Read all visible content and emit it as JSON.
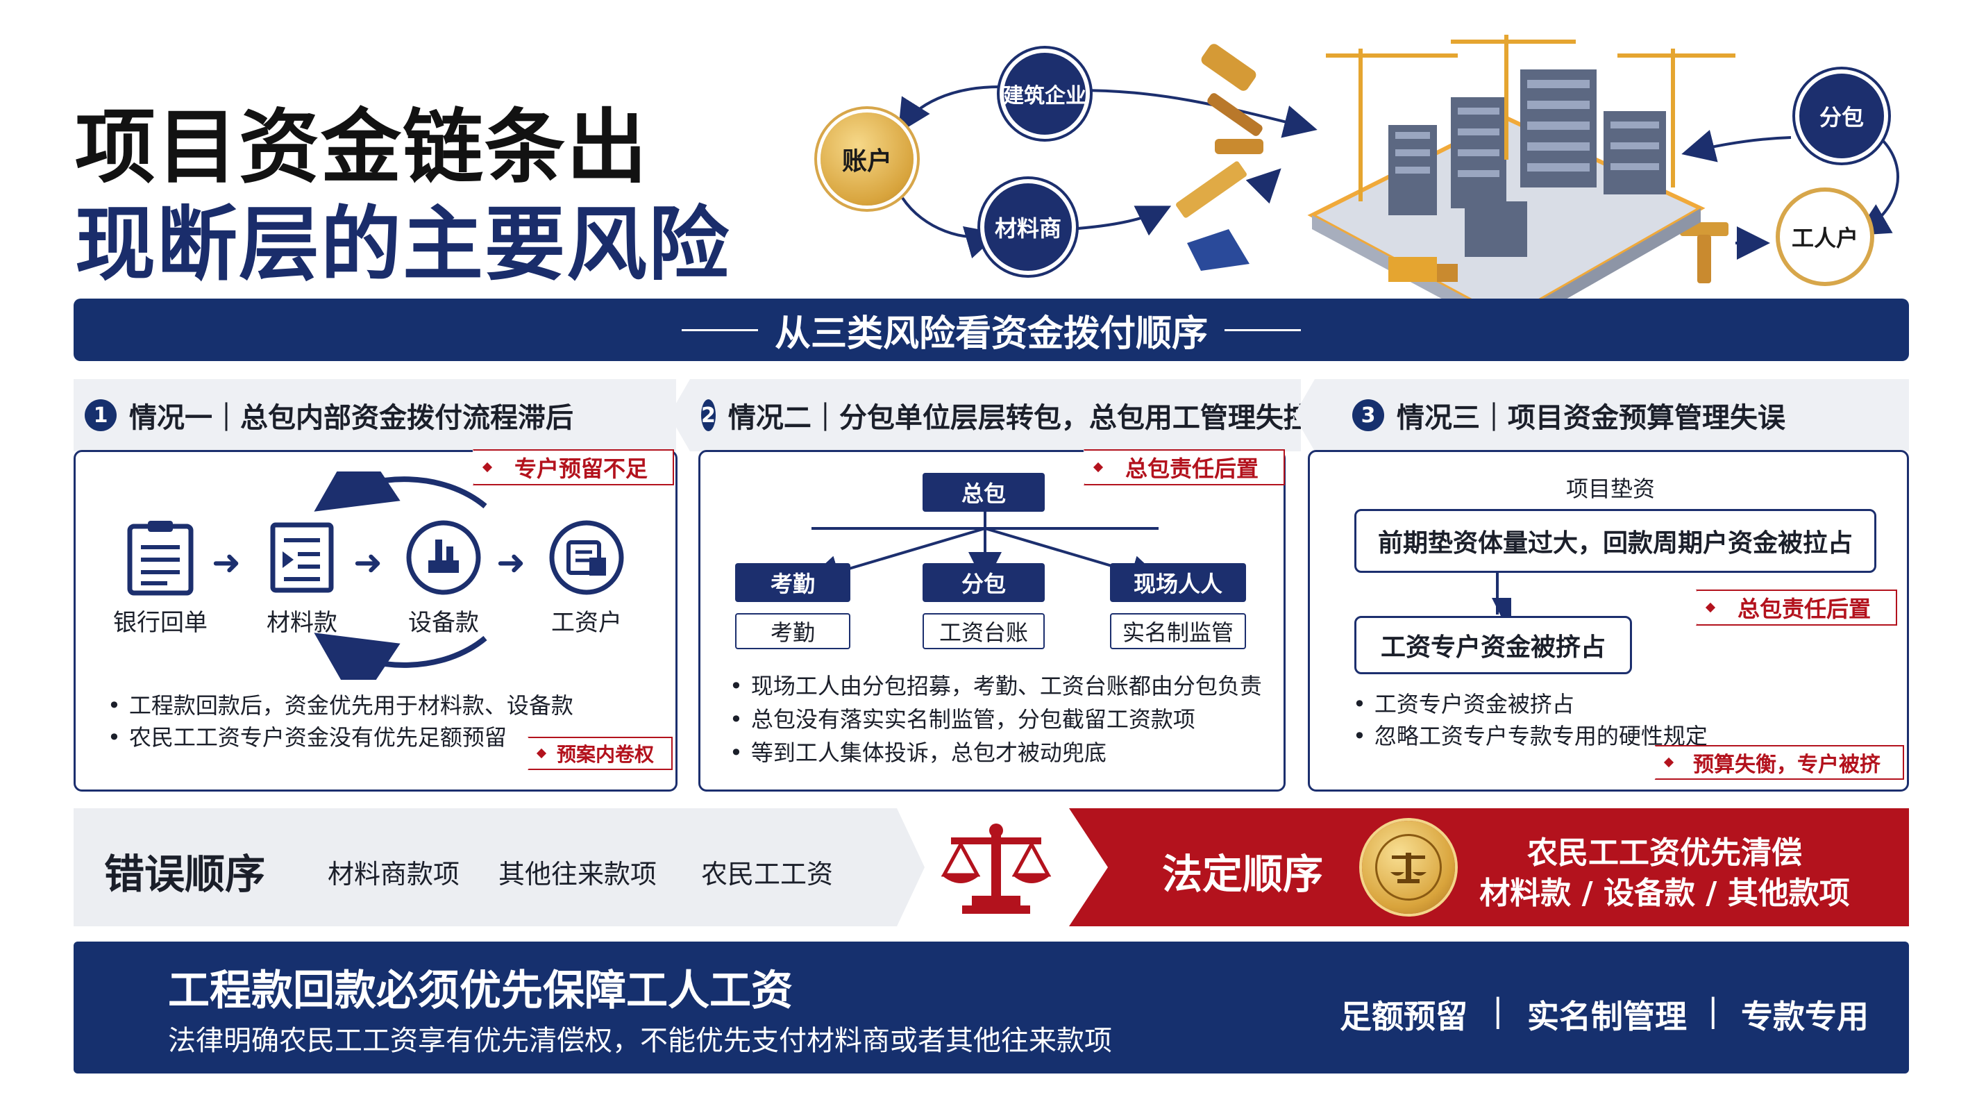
{
  "title": {
    "line1": "项目资金链条出",
    "line2": "现断层的主要风险"
  },
  "flow": {
    "account": "账户",
    "builder": "建筑企业",
    "supplier": "材料商",
    "subcontract": "分包",
    "worker": "工人户"
  },
  "banner": "从三类风险看资金拨付顺序",
  "sections": [
    {
      "num": "1",
      "title": "情况一｜总包内部资金拨付流程滞后",
      "tag": "专户预留不足",
      "icons": [
        "银行回单",
        "材料款",
        "设备款",
        "工资户"
      ],
      "bullets": [
        "工程款回款后，资金优先用于材料款、设备款",
        "农民工工资专户资金没有优先足额预留"
      ],
      "tag2": "预案内卷权"
    },
    {
      "num": "2",
      "title": "情况二｜分包单位层层转包，总包用工管理失控",
      "tag": "总包责任后置",
      "org": {
        "top": "总包",
        "row1": [
          "考勤",
          "分包",
          "现场人人"
        ],
        "row2": [
          "考勤",
          "工资台账",
          "实名制监管"
        ]
      },
      "bullets": [
        "现场工人由分包招募，考勤、工资台账都由分包负责",
        "总包没有落实实名制监管，分包截留工资款项",
        "等到工人集体投诉，总包才被动兜底"
      ]
    },
    {
      "num": "3",
      "title": "情况三｜项目资金预算管理失误",
      "label": "项目垫资",
      "box1": "前期垫资体量过大，回款周期户资金被拉占",
      "box2": "工资专户资金被挤占",
      "tag": "总包责任后置",
      "bullets": [
        "工资专户资金被挤占",
        "忽略工资专户专款专用的硬性规定"
      ],
      "tag2": "预算失衡，专户被挤"
    }
  ],
  "wrong": {
    "label": "错误顺序",
    "items": [
      "材料商款项",
      "其他往来款项",
      "农民工工资"
    ]
  },
  "right": {
    "label": "法定顺序",
    "line1": "农民工工资优先清偿",
    "line2": "材料款 / 设备款 / 其他款项"
  },
  "bottom": {
    "headline": "工程款回款必须优先保障工人工资",
    "sub": "法律明确农民工工资享有优先清偿权，不能优先支付材料商或者其他往来款项",
    "items": [
      "足额预留",
      "实名制管理",
      "专款专用"
    ],
    "sep": "|"
  },
  "colors": {
    "navy": "#16306e",
    "red": "#b3121d",
    "gold": "#d7a64a"
  }
}
